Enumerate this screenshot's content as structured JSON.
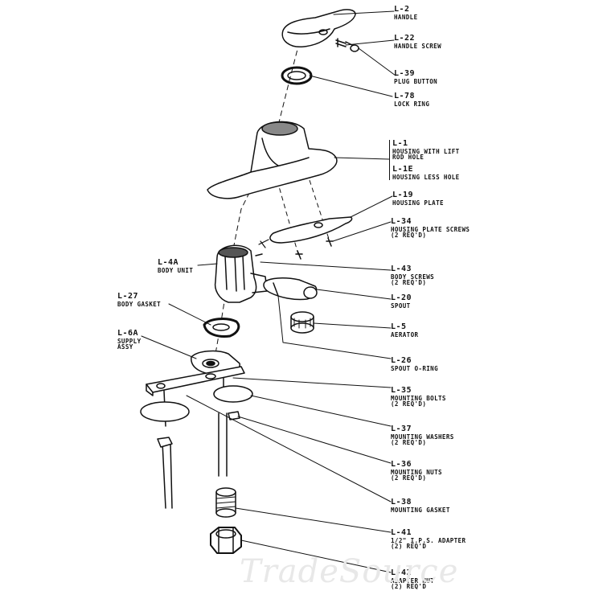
{
  "watermark": "TradeSource",
  "parts": [
    {
      "id": "l2",
      "code": "L-2",
      "desc": [
        "HANDLE"
      ]
    },
    {
      "id": "l22",
      "code": "L-22",
      "desc": [
        "HANDLE SCREW"
      ]
    },
    {
      "id": "l39",
      "code": "L-39",
      "desc": [
        "PLUG BUTTON"
      ]
    },
    {
      "id": "l78",
      "code": "L-78",
      "desc": [
        "LOCK RING"
      ]
    },
    {
      "id": "l1",
      "code": "L-1",
      "desc": [
        "HOUSING WITH LIFT",
        "ROD HOLE"
      ]
    },
    {
      "id": "l1e",
      "code": "L-1E",
      "desc": [
        "HOUSING LESS HOLE"
      ]
    },
    {
      "id": "l19",
      "code": "L-19",
      "desc": [
        "HOUSING PLATE"
      ]
    },
    {
      "id": "l34",
      "code": "L-34",
      "desc": [
        "HOUSING PLATE SCREWS",
        "(2 REQ'D)"
      ]
    },
    {
      "id": "l4a",
      "code": "L-4A",
      "desc": [
        "BODY UNIT"
      ]
    },
    {
      "id": "l43",
      "code": "L-43",
      "desc": [
        "BODY SCREWS",
        "(2 REQ'D)"
      ]
    },
    {
      "id": "l27",
      "code": "L-27",
      "desc": [
        "BODY GASKET"
      ]
    },
    {
      "id": "l20",
      "code": "L-20",
      "desc": [
        "SPOUT"
      ]
    },
    {
      "id": "l5",
      "code": "L-5",
      "desc": [
        "AERATOR"
      ]
    },
    {
      "id": "l6a",
      "code": "L-6A",
      "desc": [
        "SUPPLY",
        "ASSY"
      ]
    },
    {
      "id": "l26",
      "code": "L-26",
      "desc": [
        "SPOUT O-RING"
      ]
    },
    {
      "id": "l35",
      "code": "L-35",
      "desc": [
        "MOUNTING BOLTS",
        "(2 REQ'D)"
      ]
    },
    {
      "id": "l37",
      "code": "L-37",
      "desc": [
        "MOUNTING WASHERS",
        "(2 REQ'D)"
      ]
    },
    {
      "id": "l36",
      "code": "L-36",
      "desc": [
        "MOUNTING NUTS",
        "(2 REQ'D)"
      ]
    },
    {
      "id": "l38",
      "code": "L-38",
      "desc": [
        "MOUNTING GASKET"
      ]
    },
    {
      "id": "l41",
      "code": "L-41",
      "desc": [
        "1/2\" I.P.S. ADAPTER",
        "(2) REQ'D"
      ]
    },
    {
      "id": "l42",
      "code": "L-42",
      "desc": [
        "ADAPTER NUT",
        "(2) REQ'D"
      ]
    }
  ]
}
